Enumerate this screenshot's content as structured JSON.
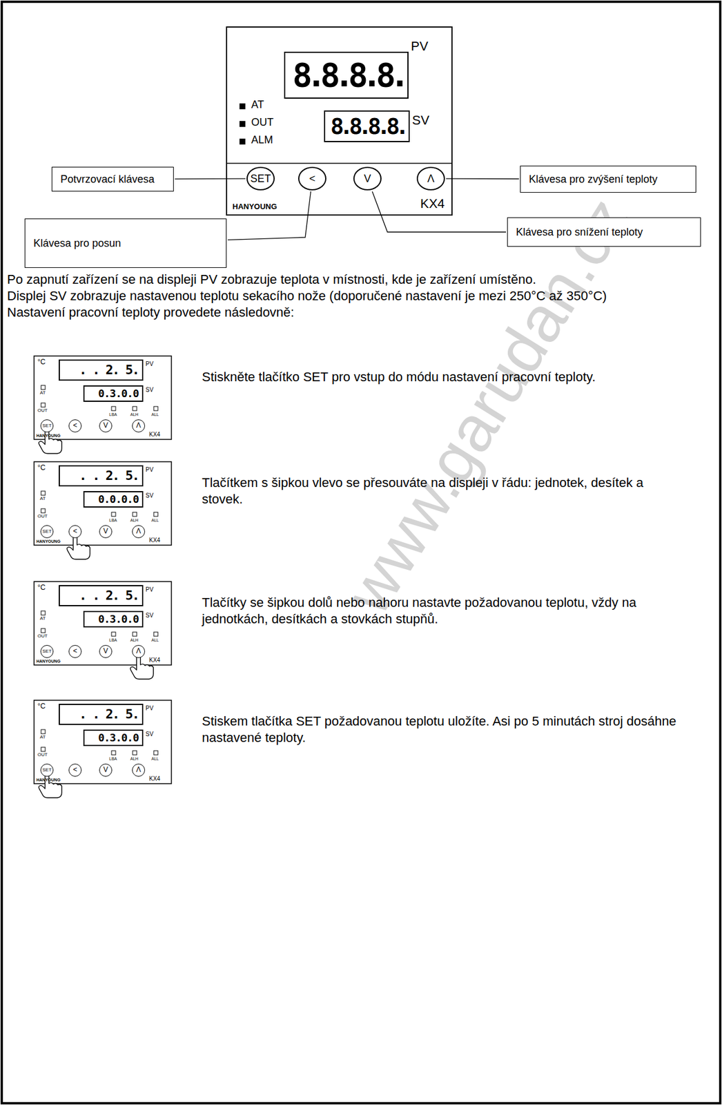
{
  "diagram": {
    "nodes": [
      {
        "text": [
          "Potvrzovací klávesa"
        ]
      },
      {
        "text": [
          "SET"
        ]
      },
      {
        "text": [
          "<"
        ]
      },
      {
        "text": [
          "V"
        ]
      },
      {
        "text": [
          "Λ"
        ]
      },
      {
        "text": [
          "Klávesa pro zvýšení teploty"
        ]
      },
      {
        "text": [
          "Klávesa pro posun"
        ]
      },
      {
        "text": [
          "Klávesa pro snížení teploty"
        ]
      }
    ],
    "edges": [
      {
        "from": 0,
        "to": 1,
        "arrow": "none"
      },
      {
        "from": 5,
        "to": 4,
        "arrow": "none"
      },
      {
        "from": 6,
        "to": 2,
        "arrow": "none"
      },
      {
        "from": 7,
        "to": 3,
        "arrow": "none"
      }
    ],
    "labels": [
      "8.8.8.8.",
      "PV",
      "AT",
      "OUT",
      "8.8.8.8.",
      "SV",
      "ALM",
      "HANYOUNG",
      "KX4",
      "Po zapnutí zařízení se na displeji PV zobrazuje teplota v místnosti, kde je zařízení umístěno.",
      "Displej SV zobrazuje nastavenou teplotu sekacího nože (doporučené nastavení je mezi 250°C až 350°C)",
      "Nastavení pracovní teploty provedete následovně:",
      "Stiskněte tlačítko SET pro vstup do módu nastavení pracovní teploty.",
      "Tlačítkem s šipkou vlevo se přesouváte na displeji v řádu: jednotek, desítek a stovek.",
      "Tlačítky se šipkou dolů nebo nahoru nastavte požadovanou teplotu, vždy na jednotkách, desítkách a stovkách stupňů.",
      "Stiskem tlačítka SET požadovanou teplotu uložíte. Asi po 5 minutách stroj dosáhne nastavené teploty.",
      "www.garudan.cz",
      "°C",
      ". . 2. 5.",
      "PV",
      "AT",
      "0.3.0.0",
      "SV",
      "OUT",
      "LBA",
      "ALH",
      "ALL",
      "SET",
      "<",
      "V",
      "Λ",
      "HANYOUNG",
      "KX4",
      "°C",
      ". . 2. 5.",
      "PV",
      "AT",
      "0.0.0.0",
      "SV",
      "OUT",
      "LBA",
      "ALH",
      "ALL",
      "SET",
      "<",
      "V",
      "Λ",
      "HANYOUNG",
      "KX4",
      "°C",
      ". . 2. 5.",
      "PV",
      "AT",
      "0.3.0.0",
      "SV",
      "OUT",
      "LBA",
      "ALH",
      "ALL",
      "SET",
      "<",
      "V",
      "Λ",
      "HANYOUNG",
      "KX4",
      "°C",
      ". . 2. 5.",
      "PV",
      "AT",
      "0.3.0.0",
      "SV",
      "OUT",
      "LBA",
      "ALH",
      "ALL",
      "SET",
      "<",
      "V",
      "Λ",
      "HANYOUNG",
      "KX4"
    ]
  }
}
